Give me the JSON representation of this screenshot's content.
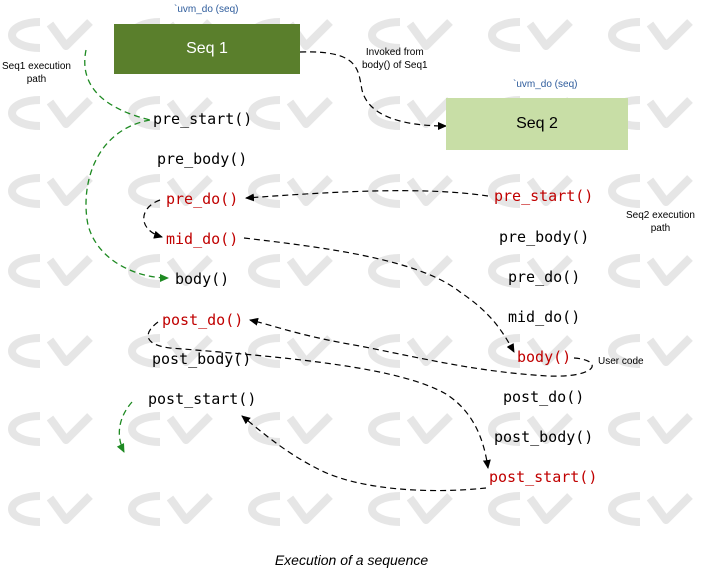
{
  "colors": {
    "seq1_fill": "#5A7F2C",
    "seq2_fill": "#C8DEA6",
    "macro_text": "#2E5C9C",
    "highlight_text": "#C00000",
    "normal_text": "#000000",
    "seq1_path": "#1E8A22",
    "watermark": "#E6E6E6"
  },
  "seq1": {
    "macro": "`uvm_do (seq)",
    "label": "Seq 1",
    "path_label": [
      "Seq1 execution",
      "path"
    ],
    "methods": {
      "pre_start": "pre_start()",
      "pre_body": "pre_body()",
      "pre_do": "pre_do()",
      "mid_do": "mid_do()",
      "body": "body()",
      "post_do": "post_do()",
      "post_body": "post_body()",
      "post_start": "post_start()"
    }
  },
  "seq2": {
    "macro": "`uvm_do (seq)",
    "label": "Seq 2",
    "path_label": [
      "Seq2 execution",
      "path"
    ],
    "methods": {
      "pre_start": "pre_start()",
      "pre_body": "pre_body()",
      "pre_do": "pre_do()",
      "mid_do": "mid_do()",
      "body": "body()",
      "post_do": "post_do()",
      "post_body": "post_body()",
      "post_start": "post_start()"
    }
  },
  "invoked_note": [
    "Invoked from",
    "body() of Seq1"
  ],
  "user_code_note": "User code",
  "caption": "Execution of a sequence"
}
